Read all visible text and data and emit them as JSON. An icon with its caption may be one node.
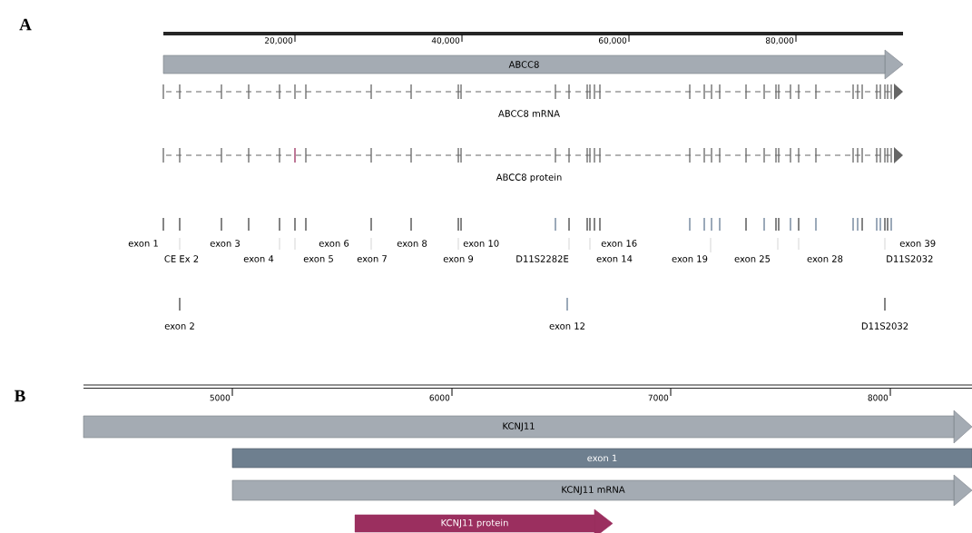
{
  "diagram": {
    "nodes": [
      {
        "text": [
          "ABCC8"
        ]
      },
      {
        "text": [
          "ABCC8 mRNA"
        ]
      },
      {
        "text": [
          "ABCC8 protein"
        ]
      },
      {
        "text": [
          "KCNJ11"
        ]
      },
      {
        "text": [
          "exon 1"
        ]
      },
      {
        "text": [
          "KCNJ11 mRNA"
        ]
      },
      {
        "text": [
          "KCNJ11 protein"
        ]
      }
    ],
    "edges": [],
    "labels": [
      "A",
      "20,000",
      "40,000",
      "60,000",
      "80,000",
      "exon 1",
      "exon 3",
      "exon 6",
      "exon 8",
      "exon 10",
      "exon 16",
      "exon 39",
      "CE Ex 2",
      "exon 4",
      "exon 5",
      "exon 7",
      "exon 9",
      "D11S2282E",
      "exon 14",
      "exon 19",
      "exon 25",
      "exon 28",
      "D11S2032",
      "exon 2",
      "exon 12",
      "D11S2032",
      "B",
      "5000",
      "6000",
      "7000",
      "8000"
    ]
  }
}
